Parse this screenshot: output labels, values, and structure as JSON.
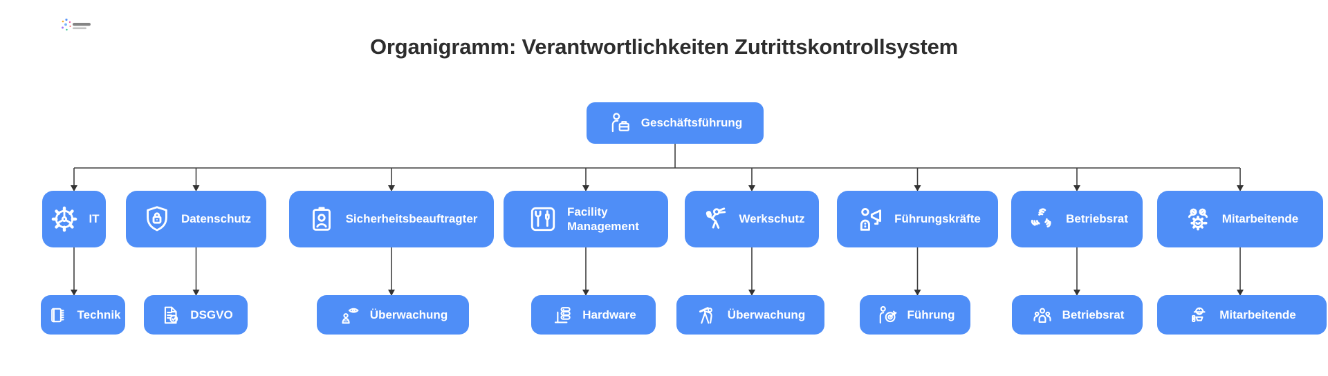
{
  "header": {
    "title": "Organigramm: Verantwortlichkeiten Zutrittskontrollsystem",
    "logo_icon": "brand-logo-icon"
  },
  "org": {
    "root": {
      "label": "Geschäftsführung",
      "icon": "person-briefcase-icon"
    },
    "branches": [
      {
        "label": "IT",
        "icon": "gear-wheel-icon",
        "child": {
          "label": "Technik",
          "icon": "chip-icon"
        }
      },
      {
        "label": "Datenschutz",
        "icon": "shield-lock-icon",
        "child": {
          "label": "DSGVO",
          "icon": "document-check-icon"
        }
      },
      {
        "label": "Sicherheitsbeauftragter",
        "icon": "id-badge-person-icon",
        "child": {
          "label": "Überwachung",
          "icon": "person-eye-icon"
        }
      },
      {
        "label": "Facility Management",
        "icon": "wrench-screwdriver-icon",
        "child": {
          "label": "Hardware",
          "icon": "server-stack-icon"
        }
      },
      {
        "label": "Werkschutz",
        "icon": "guard-running-icon",
        "child": {
          "label": "Überwachung",
          "icon": "person-telescope-icon"
        }
      },
      {
        "label": "Führungskräfte",
        "icon": "person-megaphone-icon",
        "child": {
          "label": "Führung",
          "icon": "person-target-icon"
        }
      },
      {
        "label": "Betriebsrat",
        "icon": "hands-together-icon",
        "child": {
          "label": "Betriebsrat",
          "icon": "people-group-icon"
        }
      },
      {
        "label": "Mitarbeitende",
        "icon": "team-gear-icon",
        "child": {
          "label": "Mitarbeitende",
          "icon": "worker-helmet-icon"
        }
      }
    ]
  },
  "colors": {
    "node_fill": "#4F8EF7",
    "node_text": "#FFFFFF",
    "connector": "#3F3F3F",
    "title_text": "#2D2D2D"
  }
}
